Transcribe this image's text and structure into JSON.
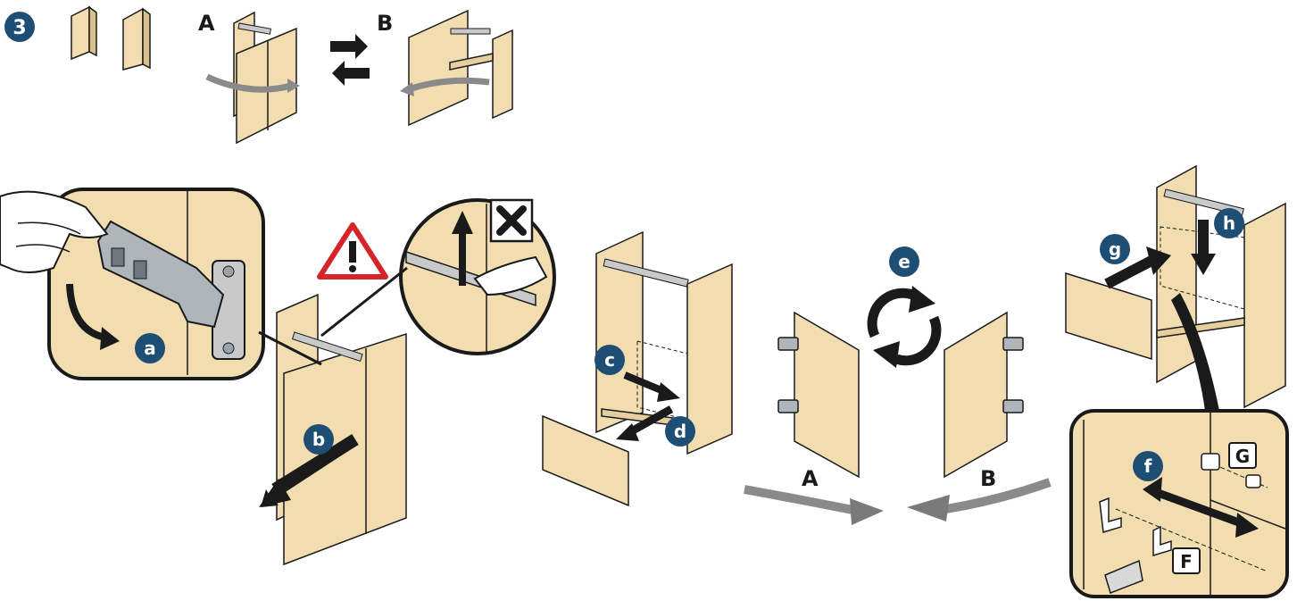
{
  "step": {
    "number": "3"
  },
  "variants": {
    "a": "A",
    "b": "B"
  },
  "callouts": {
    "a": "a",
    "b": "b",
    "c": "c",
    "d": "d",
    "e": "e",
    "f": "f",
    "g": "g",
    "h": "h"
  },
  "parts": {
    "f": "F",
    "g": "G"
  },
  "colors": {
    "wood": "#f2ddb1",
    "wood_dark": "#d9c08d",
    "line": "#1a1a1a",
    "badge": "#1f4e75",
    "arrow_dark": "#1a1a1a",
    "arrow_grey": "#8a8a8a",
    "warning_red": "#d6252a",
    "rail": "#c9c9c9",
    "metal": "#9aa3ab"
  },
  "icons": {
    "warning": "warning-triangle-icon",
    "forbidden": "x-mark-icon",
    "rotate": "rotate-arrows-icon",
    "swap": "swap-arrows-icon"
  }
}
